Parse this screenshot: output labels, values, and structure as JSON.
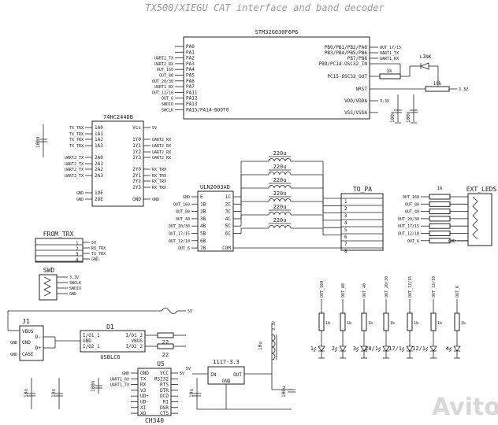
{
  "title": "TX500/XIEGU CAT interface and band decoder",
  "watermark": "Avito",
  "mcu": {
    "name": "STM32G030F6P6",
    "left_pins": [
      "PA0",
      "PA1",
      "PA2",
      "PA3",
      "PA4",
      "PA5",
      "PA6",
      "PA7",
      "PA11",
      "PA12",
      "PA13",
      "PA15/PA14-BOOT0"
    ],
    "left_nets": [
      "",
      "",
      "UART2_TX",
      "UART2_RX",
      "OUT_160",
      "OUT_80",
      "OUT_20/30",
      "UART1_RX",
      "OUT_12/10",
      "OUT_6",
      "SWDIO",
      "SWCLK"
    ],
    "right_pins": [
      "PB0/PB1/PB2/PA8",
      "PB3/PB4/PB5/PB6",
      "PB7/PB8",
      "PB9/PC14-OSC32_IN",
      "PC15-OSC32_OUT",
      "NRST",
      "VDD/VDDA",
      "VSS/VSSA"
    ],
    "right_nets": [
      "OUT_17/15",
      "UART1_TX",
      "UART1_RX",
      "",
      "",
      "",
      "3.3V",
      ""
    ]
  },
  "led_link": {
    "label": "LINK",
    "r1": "1k",
    "r2": "10k",
    "net": "3.3V",
    "cap1": "100n",
    "cap2": "100n"
  },
  "buffer": {
    "name": "74HC244DB",
    "left_pins": [
      "1A0",
      "1A1",
      "1A2",
      "1A3",
      "2A0",
      "2A1",
      "2A2",
      "2A3",
      "1OE",
      "2OE"
    ],
    "left_nets": [
      "TX_TRX",
      "TX_TRX",
      "TX_TRX",
      "TX_TRX",
      "UART2_TX",
      "UART2_TX",
      "UART2_TX",
      "UART2_TX",
      "GND",
      "GND"
    ],
    "right_pins": [
      "Vcc",
      "1Y0",
      "1Y1",
      "1Y2",
      "1Y3",
      "2Y0",
      "2Y1",
      "2Y2",
      "2Y3",
      "GND"
    ],
    "right_nets": [
      "5V",
      "UART2_RX",
      "UART2_RX",
      "UART2_RX",
      "UART2_RX",
      "RX_TRX",
      "RX_TRX",
      "RX_TRX",
      "RX_TRX",
      "GND"
    ],
    "cap": "100n"
  },
  "driver": {
    "name": "ULN2003AD",
    "left_pins": [
      "E",
      "1B",
      "2B",
      "3B",
      "4B",
      "5B",
      "6B",
      "7B"
    ],
    "left_nets": [
      "GND",
      "OUT_160",
      "OUT_80",
      "OUT_40",
      "OUT_20/30",
      "OUT_17/15",
      "OUT_12/10",
      "OUT_6"
    ],
    "right_pins": [
      "1C",
      "2C",
      "3C",
      "4C",
      "5C",
      "6C",
      "COM"
    ],
    "chokes": [
      "220u",
      "220u",
      "220u",
      "220u",
      "220u",
      "220u"
    ]
  },
  "to_pa": {
    "label": "TO_PA",
    "pins": [
      "1",
      "2",
      "3",
      "4",
      "5",
      "6",
      "7",
      "8"
    ]
  },
  "ext_leds": {
    "label": "EXT_LEDS",
    "res": "1k",
    "nets": [
      "OUT_160",
      "OUT_80",
      "OUT_40",
      "OUT_20/30",
      "OUT_17/15",
      "OUT_12/10",
      "OUT_6"
    ],
    "gnd": "GND"
  },
  "from_trx": {
    "label": "FROM_TRX",
    "pins": [
      "1",
      "2",
      "3",
      "4"
    ],
    "nets": [
      "5V",
      "RX_TRX",
      "TX_TRX",
      "GND"
    ]
  },
  "swd": {
    "label": "SWD",
    "nets": [
      "3.3V",
      "SWCLK",
      "SWDIO",
      "GND"
    ]
  },
  "leds_row": {
    "nets": [
      "OUT_160",
      "OUT_80",
      "OUT_40",
      "OUT_20/30",
      "OUT_17/15",
      "OUT_12/10",
      "OUT_6"
    ],
    "labels": [
      "1",
      "2",
      "3",
      "20/1",
      "17/1",
      "12/1",
      "4"
    ],
    "res": "1k"
  },
  "usb": {
    "j1": "J1",
    "j1_pins": [
      "VBUS",
      "D-",
      "GND",
      "D+",
      "CASE"
    ],
    "d1": "D1",
    "d1_left": [
      "I/O1_1",
      "GND",
      "I/O2_1"
    ],
    "d1_right": [
      "I/O1_2",
      "VBUS",
      "I/O2_2"
    ],
    "d1_part": "USBLC6",
    "r1": "22",
    "r2": "22",
    "vcc": "5V",
    "gnd": "GND"
  },
  "ch340": {
    "ref": "U5",
    "name": "CH340",
    "left_pins": [
      "GND",
      "TX",
      "RX",
      "V3",
      "UD+",
      "UD-",
      "XI",
      "XO"
    ],
    "right_pins": [
      "VCC",
      "RS232",
      "RTS",
      "DTR",
      "DCD",
      "RI",
      "DSR",
      "CTS"
    ],
    "left_nets": [
      "GND",
      "UART1_RX",
      "UART1_TX",
      "",
      "",
      "",
      "",
      ""
    ],
    "right_nets": [
      "5V",
      "",
      "",
      "",
      "",
      "",
      "",
      ""
    ],
    "cap": "100n",
    "cap2": "10n"
  },
  "ldo": {
    "name": "1117-3.3",
    "pins": [
      "IN",
      "OUT",
      "GND"
    ],
    "out_net": "3.3V",
    "in_net": "5V",
    "l": "10u",
    "c": "100u",
    "cap": "10n"
  }
}
